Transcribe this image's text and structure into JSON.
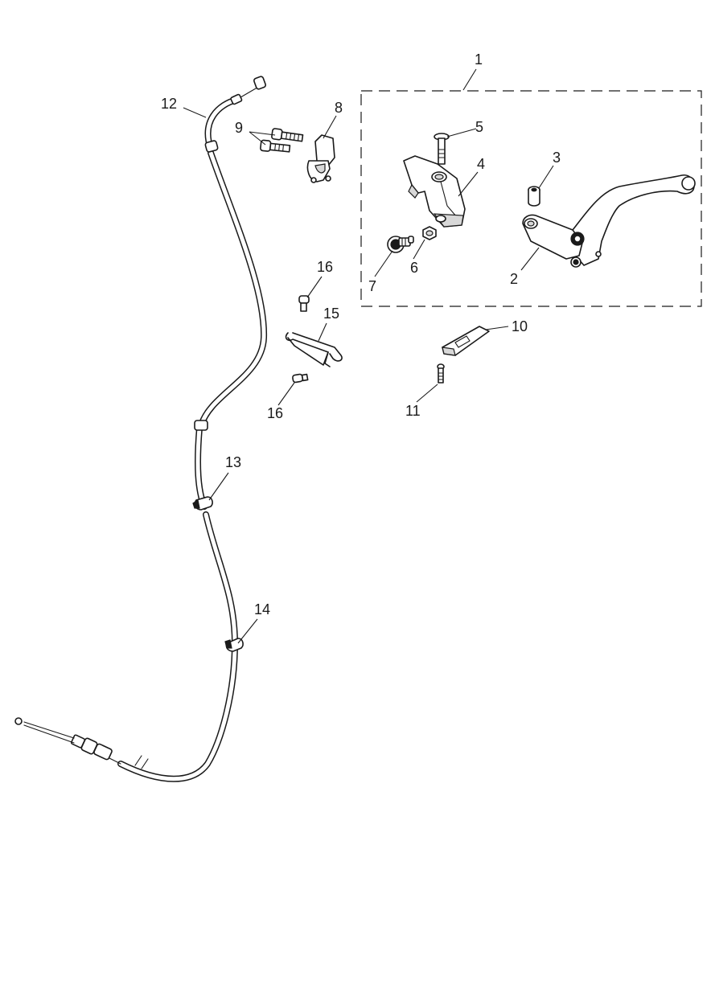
{
  "callouts": {
    "c1": "1",
    "c2": "2",
    "c3": "3",
    "c4": "4",
    "c5": "5",
    "c6": "6",
    "c7": "7",
    "c8": "8",
    "c9": "9",
    "c10": "10",
    "c11": "11",
    "c12": "12",
    "c13": "13",
    "c14": "14",
    "c15": "15",
    "c16a": "16",
    "c16b": "16"
  },
  "colors": {
    "line": "#1a1a1a",
    "background": "#ffffff"
  }
}
